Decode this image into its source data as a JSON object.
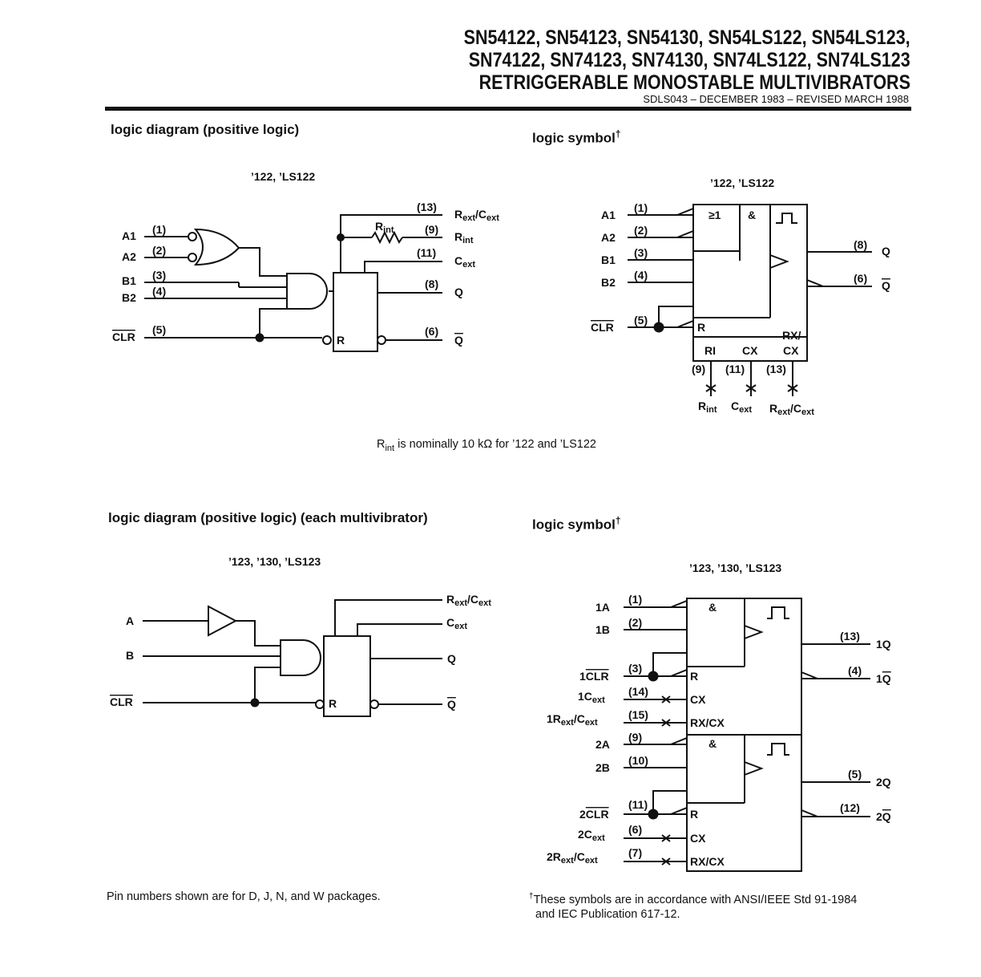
{
  "header": {
    "line1": "SN54122, SN54123, SN54130, SN54LS122, SN54LS123,",
    "line2": "SN74122, SN74123, SN74130, SN74LS122, SN74LS123",
    "line3": "RETRIGGERABLE MONOSTABLE MULTIVIBRATORS",
    "doc_id": "SDLS043 – DECEMBER 1983 – REVISED MARCH 1988"
  },
  "section1": {
    "title": "logic diagram (positive logic)",
    "device": "’122, ’LS122",
    "labels": {
      "a1": "A1",
      "a2": "A2",
      "b1": "B1",
      "b2": "B2",
      "clr": "CLR",
      "q": "Q",
      "qbar": "Q",
      "r": "R",
      "rint": "R",
      "rint_sub": "int",
      "rext": "R",
      "rext_sub": "ext",
      "slash_c": "/C",
      "cext": "C",
      "cext_sub": "ext"
    },
    "pins": {
      "a1": "(1)",
      "a2": "(2)",
      "b1": "(3)",
      "b2": "(4)",
      "clr": "(5)",
      "rext": "(13)",
      "rint": "(9)",
      "cext": "(11)",
      "q": "(8)",
      "qbar": "(6)"
    }
  },
  "symbol1": {
    "title": "logic symbol",
    "dagger": "†",
    "device": "’122, ’LS122",
    "labels": {
      "or": "≥1",
      "and": "&",
      "a1": "A1",
      "a2": "A2",
      "b1": "B1",
      "b2": "B2",
      "clr": "CLR",
      "r": "R",
      "ri": "RI",
      "cx": "CX",
      "rx": "RX/",
      "cx2": "CX",
      "q": "Q",
      "qbar": "Q",
      "rint": "R",
      "rint_sub": "int",
      "cext": "C",
      "cext_sub": "ext",
      "rext": "R",
      "rext_sub": "ext",
      "slash_c": "/C"
    },
    "pins": {
      "a1": "(1)",
      "a2": "(2)",
      "b1": "(3)",
      "b2": "(4)",
      "clr": "(5)",
      "q": "(8)",
      "qbar": "(6)",
      "rint": "(9)",
      "cext": "(11)",
      "rext": "(13)"
    }
  },
  "rint_note": {
    "r": "R",
    "sub": "int",
    "rest": " is nominally 10 kΩ for ’122 and ’LS122"
  },
  "section2": {
    "title": "logic diagram (positive logic) (each multivibrator)",
    "device": "’123, ’130, ’LS123",
    "labels": {
      "a": "A",
      "b": "B",
      "clr": "CLR",
      "r": "R",
      "q": "Q",
      "qbar": "Q",
      "rext": "R",
      "rext_sub": "ext",
      "slash_c": "/C",
      "cext": "C",
      "cext_sub": "ext"
    }
  },
  "symbol2": {
    "title": "logic symbol",
    "dagger": "†",
    "device": "’123, ’130, ’LS123",
    "labels": {
      "and": "&",
      "r": "R",
      "cx": "CX",
      "rxcx": "RX/CX",
      "in_1a": "1A",
      "in_1b": "1B",
      "in_1clr": "1CLR",
      "in_1clr_pre": "1",
      "in_1clr_bar": "CLR",
      "in_1c": "1C",
      "in_1r": "1R",
      "in_2a": "2A",
      "in_2b": "2B",
      "in_2clr_pre": "2",
      "in_2clr_bar": "CLR",
      "in_2c": "2C",
      "in_2r": "2R",
      "ext": "ext",
      "slash_c": "/C",
      "out_1q": "1Q",
      "out_1qbar_pre": "1",
      "out_1qbar": "Q",
      "out_2q": "2Q",
      "out_2qbar_pre": "2",
      "out_2qbar": "Q"
    },
    "pins": {
      "p1": "(1)",
      "p2": "(2)",
      "p3": "(3)",
      "p14": "(14)",
      "p15": "(15)",
      "p9": "(9)",
      "p10": "(10)",
      "p11": "(11)",
      "p6": "(6)",
      "p7": "(7)",
      "p13": "(13)",
      "p4": "(4)",
      "p5": "(5)",
      "p12": "(12)"
    }
  },
  "footnotes": {
    "pins": "Pin numbers shown are for D, J, N, and W packages.",
    "dagger": "†",
    "ansi1": "These symbols are in accordance with ANSI/IEEE Std 91-1984",
    "ansi2": "and IEC Publication 617-12."
  }
}
